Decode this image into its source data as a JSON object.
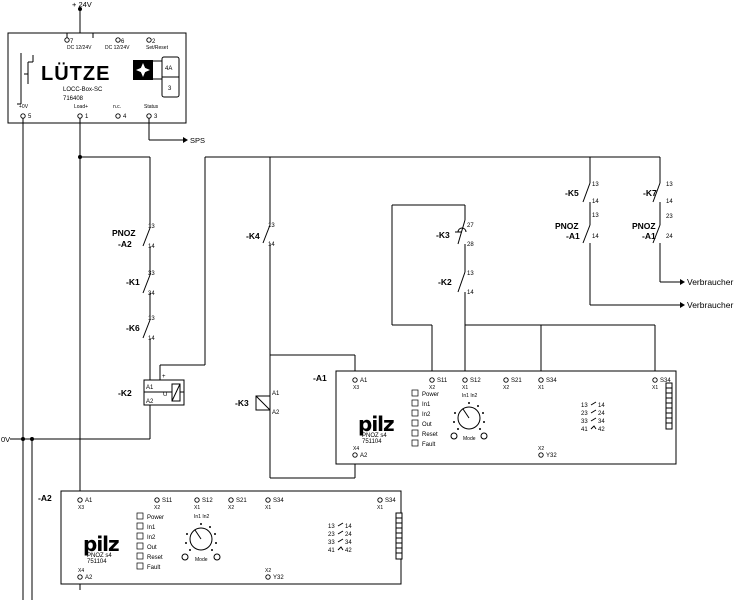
{
  "supply": {
    "plus": "+ 24V",
    "zero": "0V"
  },
  "lutze": {
    "logo": "LÜTZE",
    "model": "LOCC-Box-SC",
    "part_no": "716408",
    "btn_top": "4A",
    "btn_bottom": "3",
    "top_terminals": [
      {
        "num": "7",
        "label": "DC 12/24V"
      },
      {
        "num": "6",
        "label": "DC 12/24V"
      },
      {
        "num": "2",
        "label": "Set/Reset"
      }
    ],
    "bottom_terminals": [
      {
        "num": "5",
        "label": "+0V"
      },
      {
        "num": "1",
        "label": "Load+"
      },
      {
        "num": "4",
        "label": "n.c."
      },
      {
        "num": "3",
        "label": "Status"
      }
    ],
    "sps": "SPS"
  },
  "contacts": {
    "pnoz_a2": {
      "l1": "PNOZ",
      "l2": "-A2",
      "t1": "13",
      "t2": "14"
    },
    "k1": {
      "label": "-K1",
      "t1": "33",
      "t2": "34"
    },
    "k6": {
      "label": "-K6",
      "t1": "13",
      "t2": "14"
    },
    "k4": {
      "label": "-K4",
      "t1": "13",
      "t2": "14"
    },
    "k3c": {
      "label": "-K3",
      "t1": "27",
      "t2": "28"
    },
    "k2c": {
      "label": "-K2",
      "t1": "13",
      "t2": "14"
    },
    "k5": {
      "label": "-K5",
      "t1": "13",
      "t2": "14"
    },
    "k7": {
      "label": "-K7",
      "t1": "13",
      "t2": "14"
    },
    "pnoz_a1_a": {
      "l1": "PNOZ",
      "l2": "-A1",
      "t1": "13",
      "t2": "14"
    },
    "pnoz_a1_b": {
      "l1": "PNOZ",
      "l2": "-A1",
      "t1": "23",
      "t2": "24"
    }
  },
  "coils": {
    "k2": {
      "label": "-K2",
      "a1": "A1",
      "a2": "A2",
      "u": "U",
      "plus": "+"
    },
    "k3": {
      "label": "-K3",
      "a1": "A1",
      "a2": "A2"
    }
  },
  "outputs": {
    "v1": "Verbraucher",
    "v2": "Verbraucher"
  },
  "pnoz_modules": [
    {
      "ref": "-A1",
      "brand": "pilz",
      "model": "PNOZ s4",
      "part_no": "751104",
      "terminals": {
        "a1": "A1",
        "a1_sub": "X3",
        "a2": "A2",
        "a2_sub": "X4",
        "s11": "S11",
        "s11_sub": "X2",
        "s12": "S12",
        "s12_sub": "X1",
        "s21": "S21",
        "s21_sub": "X2",
        "s34": "S34",
        "s34_sub": "X1",
        "s34b": "S34",
        "s34b_sub": "X1",
        "y32": "Y32",
        "y32_sub": "X2"
      },
      "leds": [
        "Power",
        "In1",
        "In2",
        "Out",
        "Reset",
        "Fault"
      ],
      "dial_header": "In1 In2",
      "mode": "Mode",
      "contacts": [
        {
          "a": "13",
          "b": "14"
        },
        {
          "a": "23",
          "b": "24"
        },
        {
          "a": "33",
          "b": "34"
        },
        {
          "a": "41",
          "b": "42"
        }
      ]
    },
    {
      "ref": "-A2",
      "brand": "pilz",
      "model": "PNOZ s4",
      "part_no": "751104",
      "terminals": {
        "a1": "A1",
        "a1_sub": "X3",
        "a2": "A2",
        "a2_sub": "X4",
        "s11": "S11",
        "s11_sub": "X2",
        "s12": "S12",
        "s12_sub": "X1",
        "s21": "S21",
        "s21_sub": "X2",
        "s34": "S34",
        "s34_sub": "X1",
        "s34b": "S34",
        "s34b_sub": "X1",
        "y32": "Y32",
        "y32_sub": "X2"
      },
      "leds": [
        "Power",
        "In1",
        "In2",
        "Out",
        "Reset",
        "Fault"
      ],
      "dial_header": "In1 In2",
      "mode": "Mode",
      "contacts": [
        {
          "a": "13",
          "b": "14"
        },
        {
          "a": "23",
          "b": "24"
        },
        {
          "a": "33",
          "b": "34"
        },
        {
          "a": "41",
          "b": "42"
        }
      ]
    }
  ]
}
